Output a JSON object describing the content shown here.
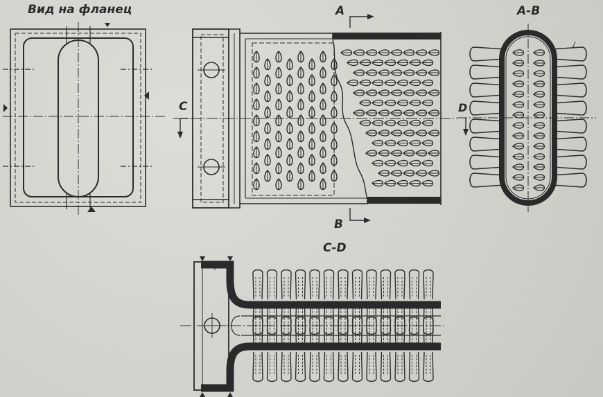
{
  "labels": {
    "flange_view_title": "Вид на фланец",
    "section_A": "A",
    "section_B": "B",
    "section_C": "C",
    "section_D": "D",
    "section_AB_title": "A-B",
    "section_CD_title": "C-D"
  },
  "colors": {
    "paper": "#d6d6d2",
    "ink": "#2a2a2a"
  }
}
